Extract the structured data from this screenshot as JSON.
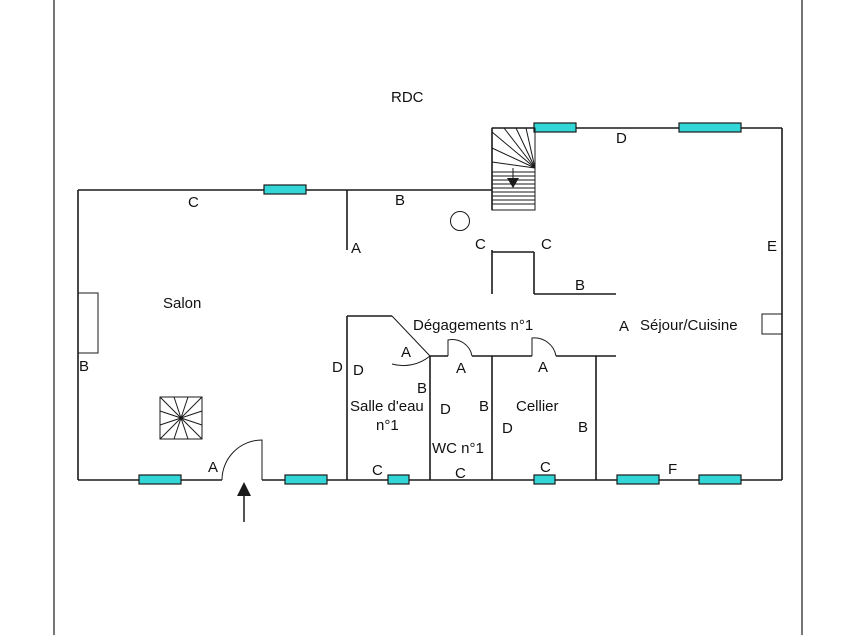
{
  "floor_title": "RDC",
  "rooms": {
    "salon": "Salon",
    "degagement": "Dégagements n°1",
    "sejour": "Séjour/Cuisine",
    "salle_eau_line1": "Salle d'eau",
    "salle_eau_line2": "n°1",
    "wc": "WC n°1",
    "cellier": "Cellier"
  },
  "wall_labels": {
    "salon_top_c": "C",
    "salon_top_b": "B",
    "salon_part_a": "A",
    "salon_left_b": "B",
    "salon_bottom_a": "A",
    "hall_c_left": "C",
    "hall_c_right": "C",
    "hall_b": "B",
    "sejour_top_d": "D",
    "sejour_right_e": "E",
    "sejour_left_a": "A",
    "sejour_bottom_f": "F",
    "se_d_outer": "D",
    "se_d_inner": "D",
    "se_door_a": "A",
    "se_b": "B",
    "se_c": "C",
    "wc_d": "D",
    "wc_b": "B",
    "wc_door_a": "A",
    "wc_c": "C",
    "cellier_d": "D",
    "cellier_b": "B",
    "cellier_door_a": "A",
    "cellier_c": "C"
  },
  "colors": {
    "window": "#33d6d6",
    "wall": "#1a1a1a"
  }
}
